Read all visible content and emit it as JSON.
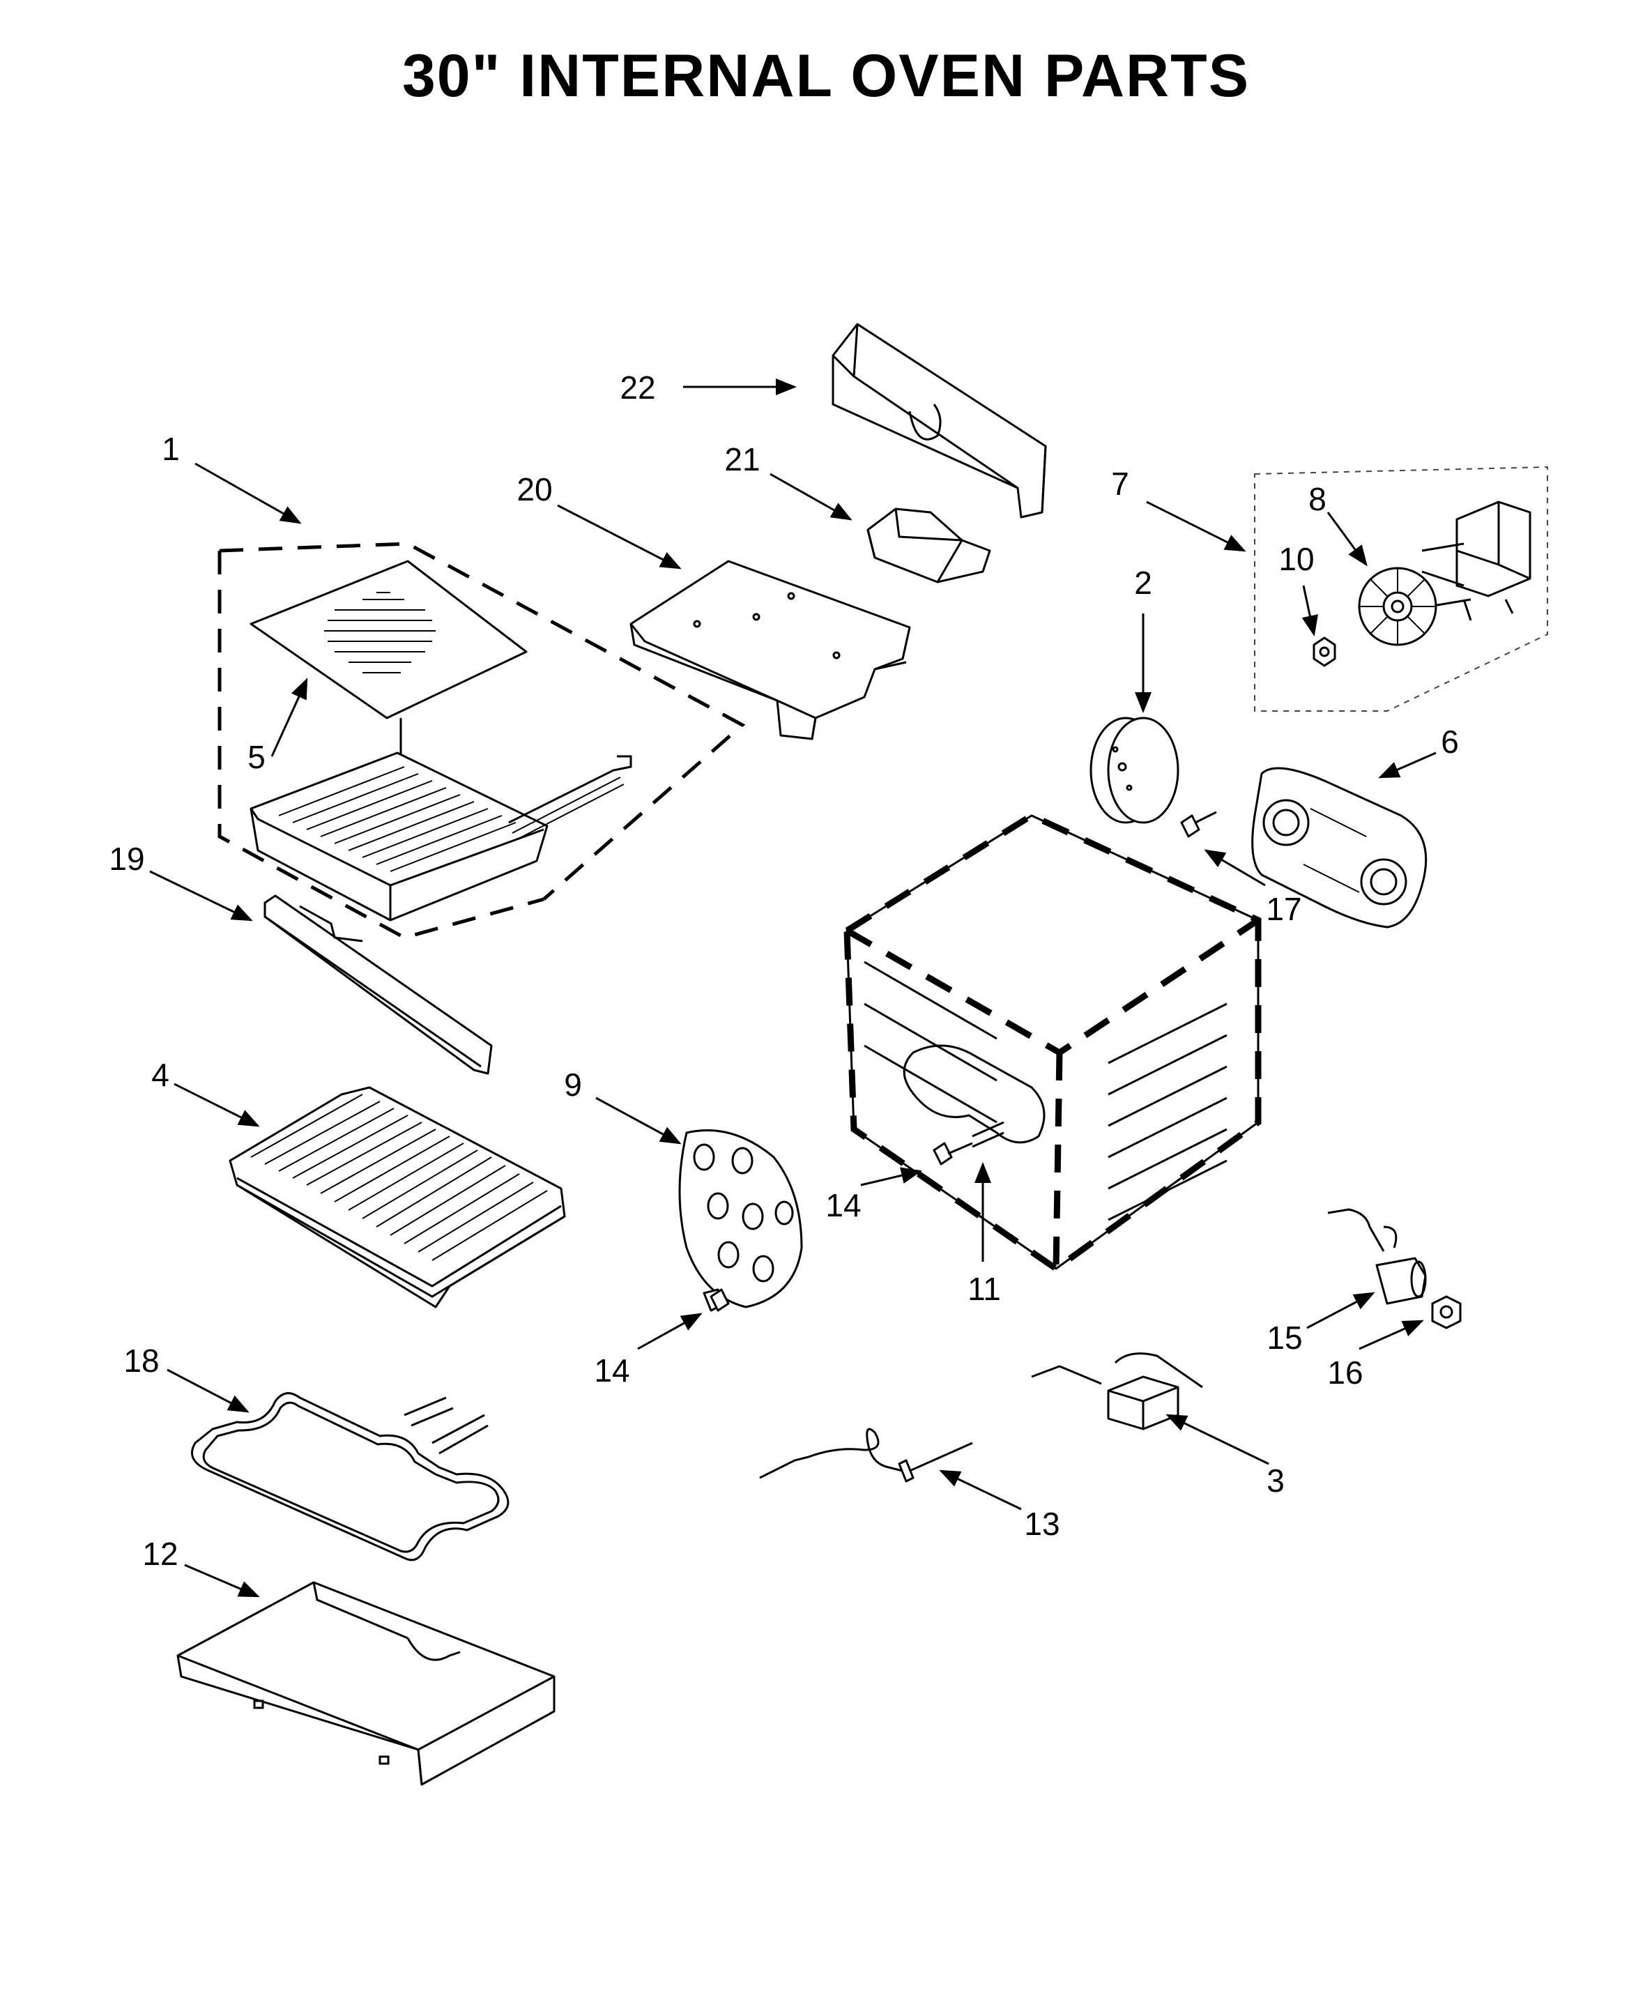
{
  "title": "30\" INTERNAL OVEN PARTS",
  "callouts": [
    "1",
    "2",
    "3",
    "4",
    "5",
    "6",
    "7",
    "8",
    "9",
    "10",
    "11",
    "12",
    "13",
    "14",
    "14",
    "15",
    "16",
    "17",
    "18",
    "19",
    "20",
    "21",
    "22"
  ]
}
